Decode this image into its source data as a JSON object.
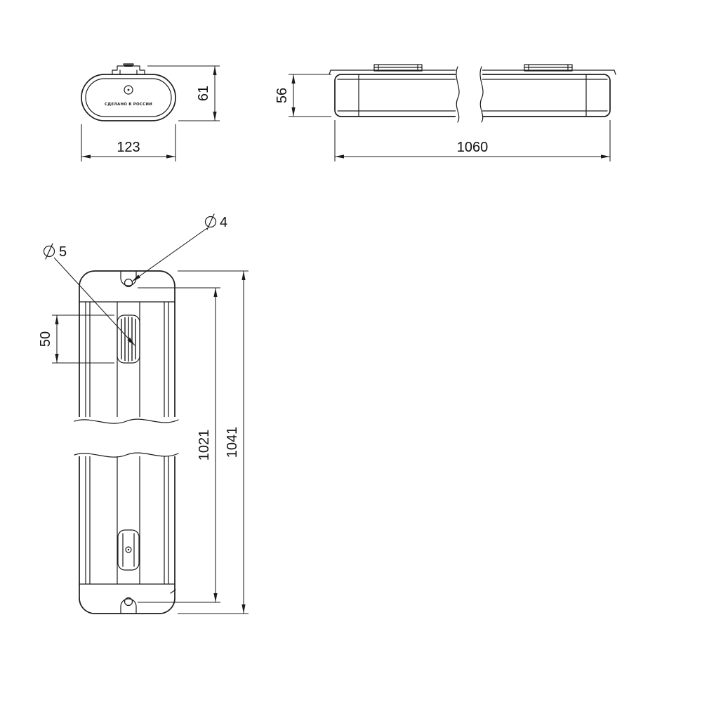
{
  "page": {
    "background": "#ffffff"
  },
  "drawing": {
    "line_color": "#1c1c1c",
    "end_view": {
      "width": "123",
      "height": "61",
      "made_in_label": "СДЕЛАНО В РОССИИ"
    },
    "side_view": {
      "length": "1060",
      "height": "56"
    },
    "plan_view": {
      "overall_length": "1041",
      "mounting_distance": "1021",
      "slot_length": "50",
      "top_hole": {
        "symbol": "⌀",
        "value": "4"
      },
      "slot_hole": {
        "symbol": "⌀",
        "value": "5"
      }
    }
  }
}
